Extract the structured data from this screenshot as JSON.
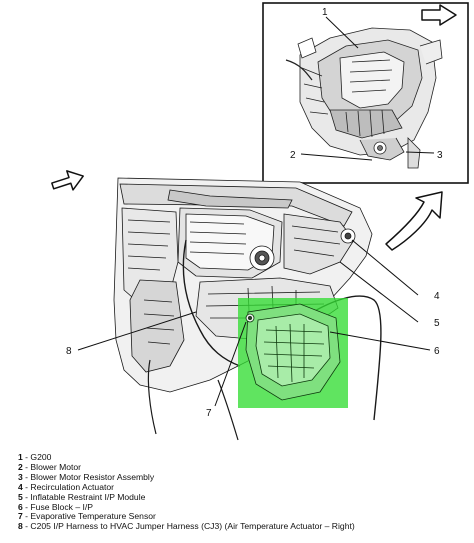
{
  "callouts": {
    "c1": "1",
    "c2": "2",
    "c3": "3",
    "c4": "4",
    "c5": "5",
    "c6": "6",
    "c7": "7",
    "c8": "8"
  },
  "legend": [
    {
      "num": "1",
      "sep": " - ",
      "text": "G200"
    },
    {
      "num": "2",
      "sep": " - ",
      "text": "Blower Motor"
    },
    {
      "num": "3",
      "sep": " - ",
      "text": "Blower Motor Resistor Assembly"
    },
    {
      "num": "4",
      "sep": " - ",
      "text": "Recirculation Actuator"
    },
    {
      "num": "5",
      "sep": " - ",
      "text": "Inflatable Restraint I/P Module"
    },
    {
      "num": "6",
      "sep": " - ",
      "text": "Fuse Block – I/P"
    },
    {
      "num": "7",
      "sep": " - ",
      "text": "Evaporative Temperature Sensor"
    },
    {
      "num": "8",
      "sep": " - ",
      "text": "C205 I/P Harness to HVAC Jumper Harness (CJ3) (Air Temperature Actuator – Right)"
    }
  ],
  "colors": {
    "highlight": "#33dd33",
    "line": "#1a1a1a",
    "background": "#ffffff"
  },
  "icons": [
    "forward-arrow-icon",
    "curved-arrow-icon"
  ]
}
